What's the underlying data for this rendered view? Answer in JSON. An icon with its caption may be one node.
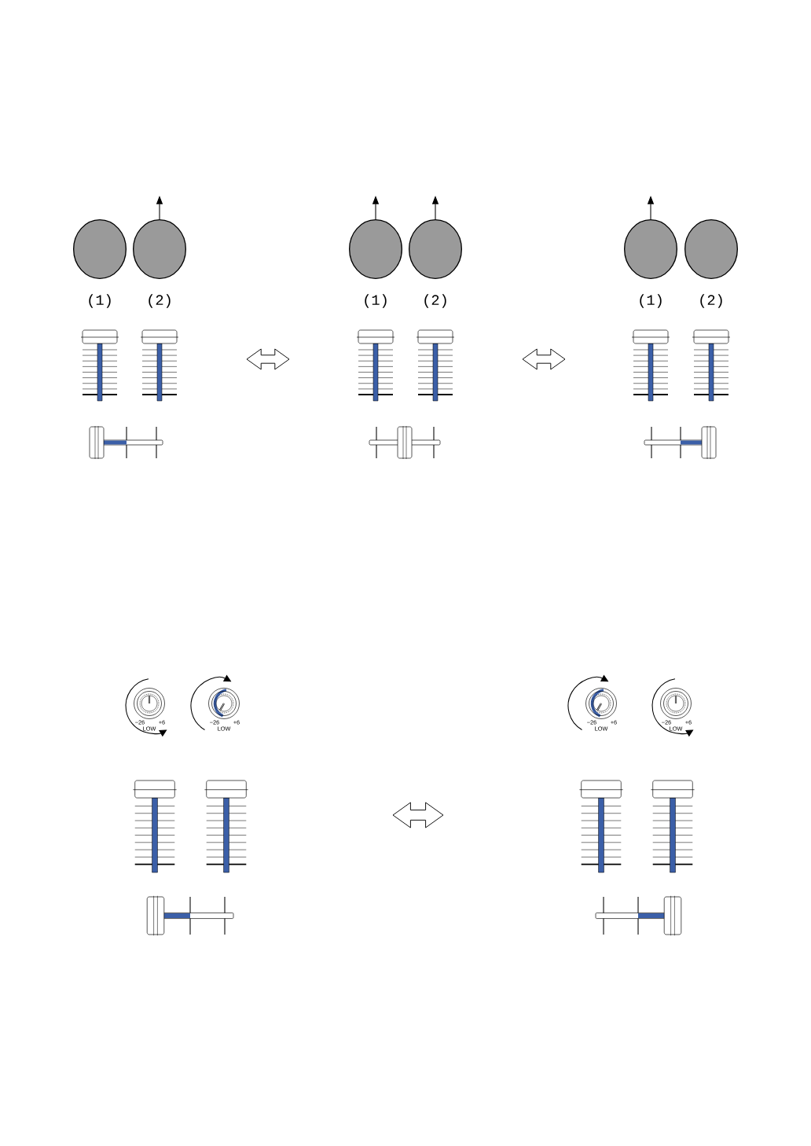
{
  "diagram": {
    "nodes": [
      {
        "text": [],
        "shape": "circle",
        "beside": [
          "(1)"
        ]
      },
      {
        "text": [],
        "shape": "circle",
        "beside": [
          "(2)"
        ]
      },
      {
        "text": [],
        "shape": "circle",
        "beside": [
          "(1)"
        ]
      },
      {
        "text": [],
        "shape": "circle",
        "beside": [
          "(2)"
        ]
      },
      {
        "text": [],
        "shape": "circle",
        "beside": [
          "(1)"
        ]
      },
      {
        "text": [],
        "shape": "circle",
        "beside": [
          "(2)"
        ]
      }
    ],
    "edges": [
      {
        "from": 1,
        "to": null,
        "arrow": "to"
      },
      {
        "from": 2,
        "to": null,
        "arrow": "to"
      },
      {
        "from": 3,
        "to": null,
        "arrow": "to"
      },
      {
        "from": 4,
        "to": null,
        "arrow": "to"
      }
    ],
    "labels": [
      "−26",
      "+6",
      "LOW",
      "−26",
      "+6",
      "LOW",
      "−26",
      "+6",
      "LOW",
      "−26",
      "+6",
      "LOW"
    ]
  }
}
